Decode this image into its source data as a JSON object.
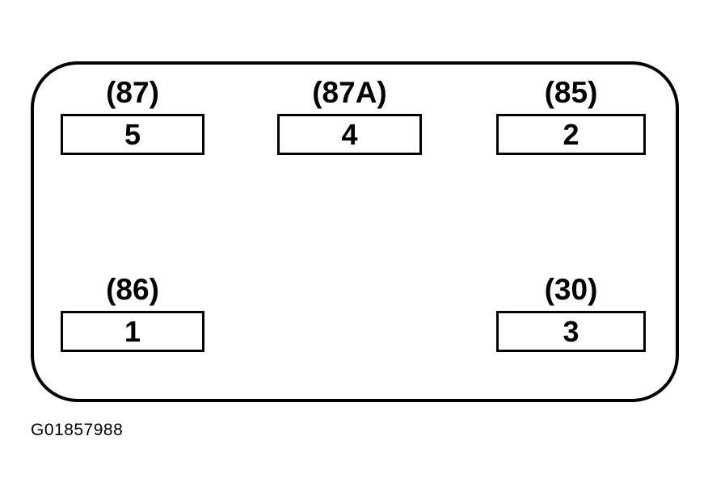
{
  "terminals": [
    {
      "key": "t5",
      "label": "(87)",
      "number": "5"
    },
    {
      "key": "t4",
      "label": "(87A)",
      "number": "4"
    },
    {
      "key": "t2",
      "label": "(85)",
      "number": "2"
    },
    {
      "key": "t1",
      "label": "(86)",
      "number": "1"
    },
    {
      "key": "t3",
      "label": "(30)",
      "number": "3"
    }
  ],
  "figure_id": "G01857988"
}
